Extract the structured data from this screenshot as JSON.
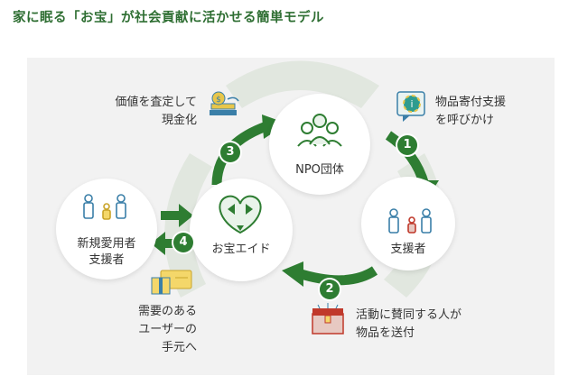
{
  "title": "家に眠る「お宝」が社会貢献に活かせる簡単モデル",
  "nodes": {
    "npo": "NPO団体",
    "supporters": "支援者",
    "otakara": "お宝エイド",
    "new_supporters_line1": "新規愛用者",
    "new_supporters_line2": "支援者"
  },
  "steps": [
    "1",
    "2",
    "3",
    "4"
  ],
  "notes": {
    "step1": [
      "物品寄付支援",
      "を呼びかけ"
    ],
    "step2": [
      "活動に賛同する人が",
      "物品を送付"
    ],
    "step3": [
      "価値を査定して",
      "現金化"
    ],
    "step4": [
      "需要のある",
      "ユーザーの",
      "手元へ"
    ]
  },
  "colors": {
    "green": "#2e7d32",
    "title": "#2e6e32",
    "icon_yellow": "#e8c64a",
    "icon_teal": "#2e9c8f",
    "icon_red": "#c0392b"
  },
  "icons": [
    "coin-cash-icon",
    "donation-speech-icon",
    "npo-group-icon",
    "family-icon",
    "recycle-heart-icon",
    "gift-card-icon",
    "treasure-box-icon"
  ]
}
